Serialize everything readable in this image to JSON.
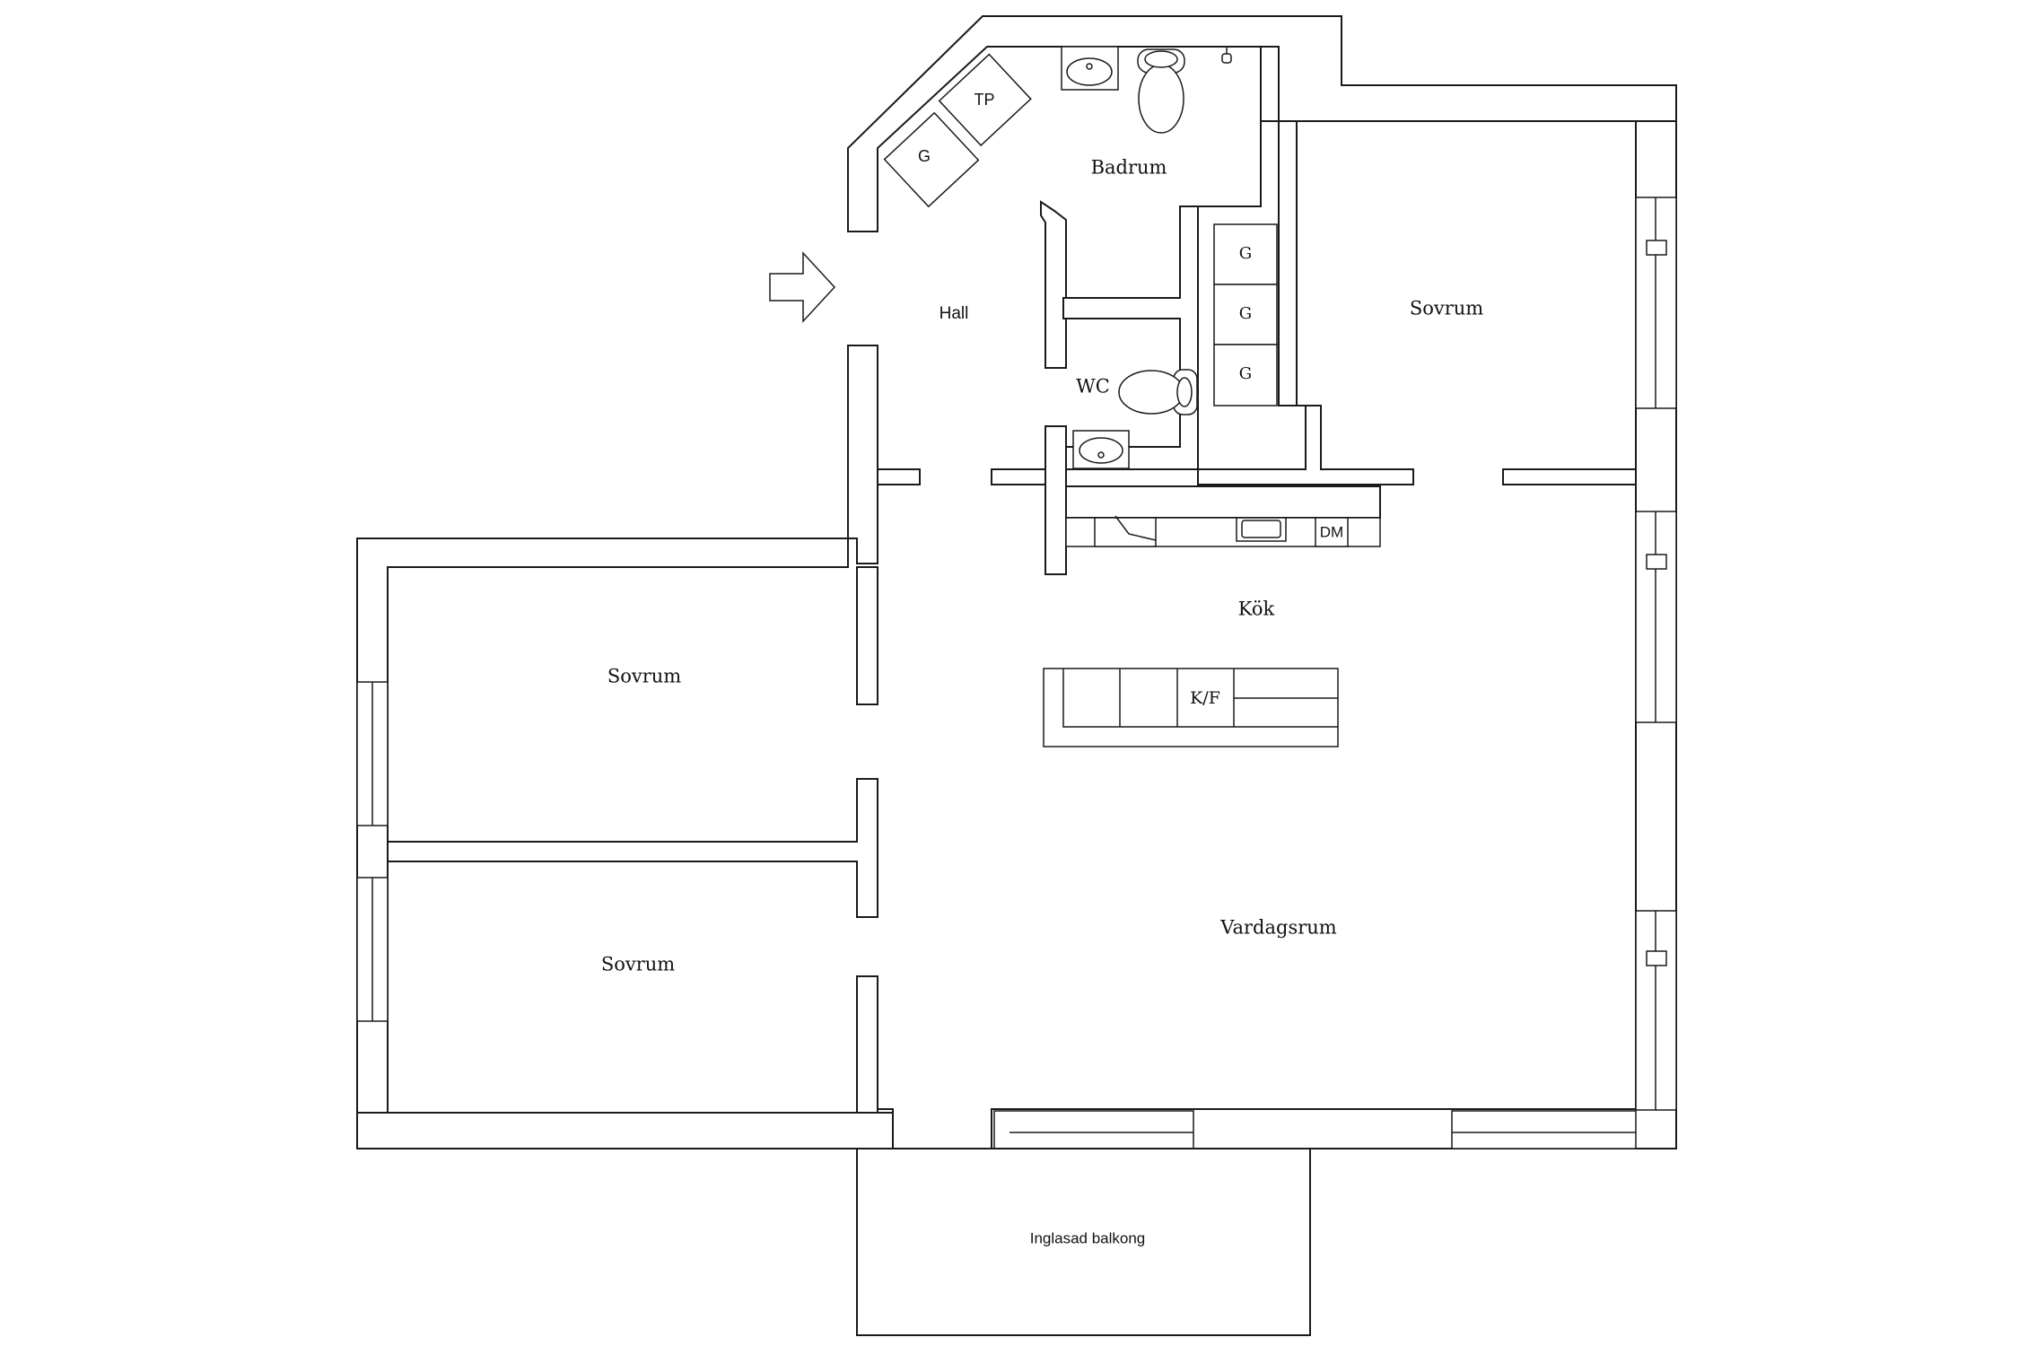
{
  "rooms": {
    "hall": "Hall",
    "badrum": "Badrum",
    "wc": "WC",
    "sovrum_right": "Sovrum",
    "sovrum_top_left": "Sovrum",
    "sovrum_bottom_left": "Sovrum",
    "kok": "Kök",
    "vardagsrum": "Vardagsrum",
    "balkong": "Inglasad balkong"
  },
  "fixtures": {
    "tp": "TP",
    "g_bath": "G",
    "g_closet_1": "G",
    "g_closet_2": "G",
    "g_closet_3": "G",
    "dm": "DM",
    "kf": "K/F"
  },
  "icons": {
    "entry": "entry-arrow-icon",
    "sink": "sink-icon",
    "toilet": "toilet-icon",
    "stove": "stove-icon"
  }
}
